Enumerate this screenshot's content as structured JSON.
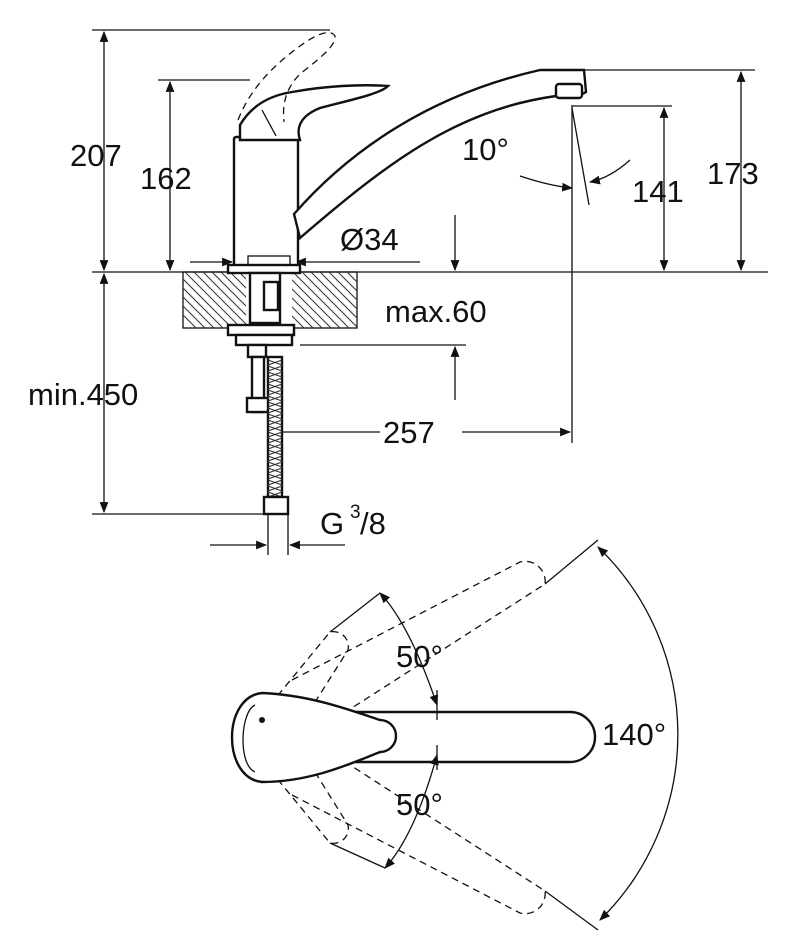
{
  "dimensions": {
    "height_total": "207",
    "height_body": "162",
    "spout_height": "173",
    "spout_outlet_height": "141",
    "spout_angle": "10°",
    "body_diameter": "Ø34",
    "counter_thickness": "max.60",
    "hose_length": "min.450",
    "spout_reach": "257",
    "connection_thread": "G",
    "connection_thread_num": "3",
    "connection_thread_den": "/8"
  },
  "rotation": {
    "lever_angle_up": "50°",
    "lever_angle_down": "50°",
    "spout_swivel": "140°"
  },
  "colors": {
    "line": "#111111",
    "background": "#ffffff"
  }
}
